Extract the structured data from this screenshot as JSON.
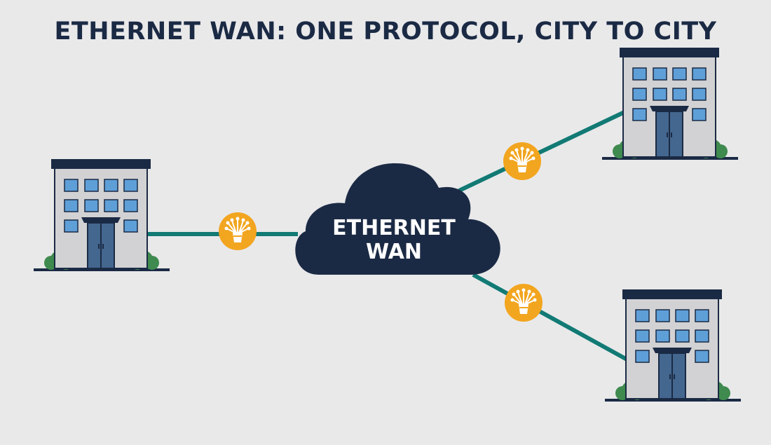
{
  "title": "ETHERNET WAN: ONE PROTOCOL, CITY TO CITY",
  "cloud": {
    "line1": "ETHERNET",
    "line2": "WAN"
  },
  "nodes": [
    {
      "name": "building-left",
      "icon": "office-building-icon"
    },
    {
      "name": "building-top-right",
      "icon": "office-building-icon"
    },
    {
      "name": "building-bottom-right",
      "icon": "office-building-icon"
    }
  ],
  "links": [
    {
      "name": "link-left",
      "icon": "fiber-optic-icon"
    },
    {
      "name": "link-top-right",
      "icon": "fiber-optic-icon"
    },
    {
      "name": "link-bottom-right",
      "icon": "fiber-optic-icon"
    }
  ],
  "colors": {
    "background": "#e9e9ea",
    "navy": "#1b2a44",
    "link": "#127a74",
    "fiber_badge": "#f2a51f",
    "building": "#d2d2d4",
    "window": "#5e9fd8",
    "shrub": "#3f8a4e"
  }
}
